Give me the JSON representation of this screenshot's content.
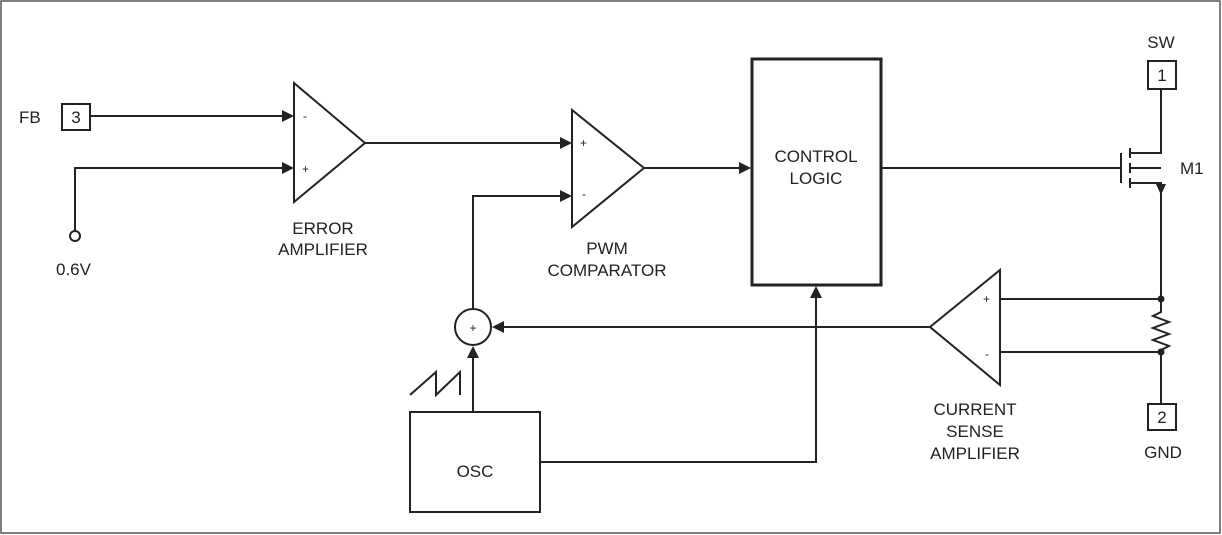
{
  "pins": {
    "fb": {
      "label": "FB",
      "number": "3"
    },
    "sw": {
      "label": "SW",
      "number": "1"
    },
    "gnd": {
      "label": "GND",
      "number": "2"
    }
  },
  "reference": {
    "label": "0.6V"
  },
  "error_amplifier": {
    "line1": "ERROR",
    "line2": "AMPLIFIER",
    "minus": "-",
    "plus": "+"
  },
  "pwm_comparator": {
    "line1": "PWM",
    "line2": "COMPARATOR",
    "plus": "+",
    "minus": "-"
  },
  "control_logic": {
    "line1": "CONTROL",
    "line2": "LOGIC"
  },
  "mosfet": {
    "label": "M1"
  },
  "current_sense_amplifier": {
    "line1": "CURRENT",
    "line2": "SENSE",
    "line3": "AMPLIFIER",
    "plus": "+",
    "minus": "-"
  },
  "summer": {
    "symbol": "+"
  },
  "oscillator": {
    "label": "OSC"
  },
  "colors": {
    "line": "#222222",
    "border": "#555555",
    "background": "#ffffff"
  }
}
